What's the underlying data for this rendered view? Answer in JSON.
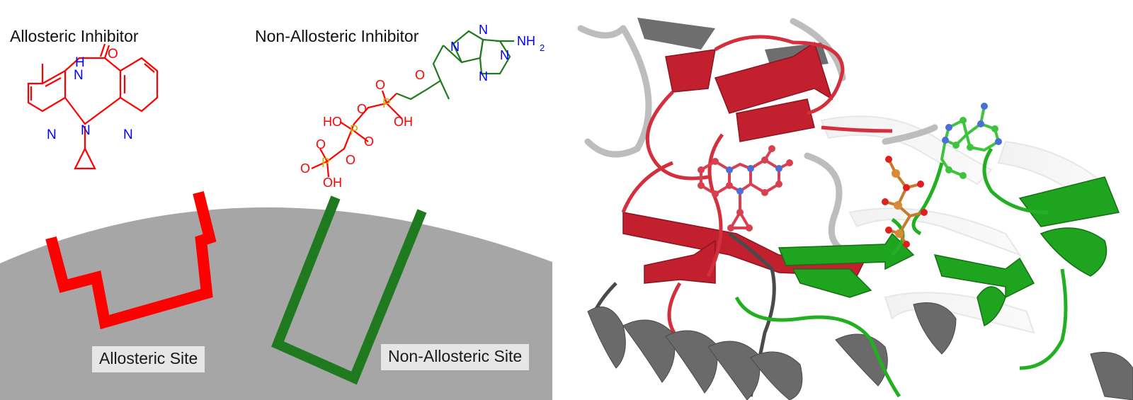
{
  "inhibitors": {
    "allosteric_title": "Allosteric Inhibitor",
    "non_allosteric_title": "Non-Allosteric Inhibitor"
  },
  "sites": {
    "allosteric_label": "Allosteric Site",
    "non_allosteric_label": "Non-Allosteric Site"
  },
  "molecule_labels": {
    "nh": "H",
    "n": "N",
    "o": "O",
    "p": "P",
    "oh": "OH",
    "ho": "HO",
    "nh2": "NH",
    "sub2": "2"
  },
  "colors": {
    "allosteric": "#ff0000",
    "non_allosteric": "#1f7a1f",
    "protein_surface": "#a6a6a6",
    "nitrogen": "#0000ff",
    "oxygen": "#ff0000",
    "phosphorus": "#c8b400",
    "carbon_green": "#22aa22"
  }
}
